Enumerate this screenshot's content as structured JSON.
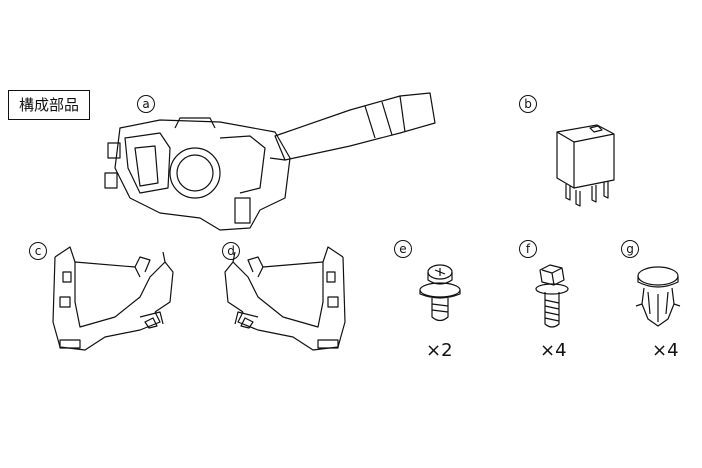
{
  "title": "構成部品",
  "parts": [
    {
      "id": "a",
      "label": "a",
      "icon": "combination-switch-icon"
    },
    {
      "id": "b",
      "label": "b",
      "icon": "relay-icon"
    },
    {
      "id": "c",
      "label": "c",
      "icon": "bracket-left-icon"
    },
    {
      "id": "d",
      "label": "d",
      "icon": "bracket-right-icon"
    },
    {
      "id": "e",
      "label": "e",
      "icon": "screw-icon",
      "quantity": "×2"
    },
    {
      "id": "f",
      "label": "f",
      "icon": "bolt-icon",
      "quantity": "×4"
    },
    {
      "id": "g",
      "label": "g",
      "icon": "clip-icon",
      "quantity": "×4"
    }
  ]
}
